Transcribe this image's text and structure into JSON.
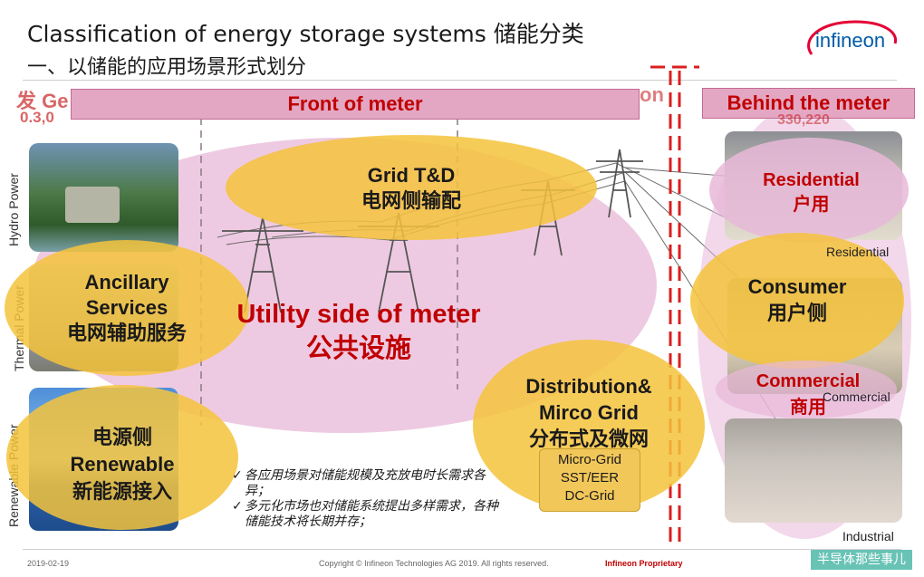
{
  "header": {
    "title": "Classification of energy storage systems 储能分类",
    "subtitle": "一、以储能的应用场景形式划分"
  },
  "logo": {
    "text": "infineon"
  },
  "banners": {
    "front": "Front of meter",
    "behind": "Behind the meter"
  },
  "background_text": {
    "left_top": "发 Ge",
    "left_bottom": "0.3,0",
    "right_top": "on",
    "right_bottom": "330,220"
  },
  "side_labels": {
    "hydro": "Hydro Power",
    "thermal": "Thermal Power",
    "renewable": "Renewable Power"
  },
  "ovals": {
    "utility": {
      "line1": "Utility side of meter",
      "line2": "公共设施"
    },
    "grid": {
      "line1": "Grid T&D",
      "line2": "电网侧输配"
    },
    "ancillary": {
      "line1": "Ancillary",
      "line2": "Services",
      "line3": "电网辅助服务"
    },
    "renewable": {
      "line1": "电源侧",
      "line2": "Renewable",
      "line3": "新能源接入"
    },
    "distribution": {
      "line1": "Distribution&",
      "line2": "Mirco Grid",
      "line3": "分布式及微网"
    },
    "residential": {
      "line1": "Residential",
      "line2": "户用"
    },
    "consumer": {
      "line1": "Consumer",
      "line2": "用户侧"
    },
    "commercial": {
      "line1": "Commercial",
      "line2": "商用"
    }
  },
  "microgrid_box": [
    "Micro-Grid",
    "SST/EER",
    "DC-Grid"
  ],
  "right_labels": {
    "residential": "Residential",
    "commercial": "Commercial",
    "industrial": "Industrial"
  },
  "notes": [
    "各应用场景对储能规模及充放电时长需求各异；",
    "多元化市场也对储能系统提出多样需求，各种储能技术将长期并存；"
  ],
  "footer": {
    "date": "2019-02-19",
    "copyright": "Copyright © Infineon Technologies AG 2019. All rights  reserved.",
    "proprietary": "Infineon Proprietary",
    "watermark": "半导体那些事儿"
  },
  "colors": {
    "pink_oval": "#e8b8d8",
    "yellow_oval": "#f5c33c",
    "banner": "#e3a7c3",
    "red_text": "#c00000",
    "logo_red": "#e30034",
    "logo_blue": "#005ba8"
  }
}
